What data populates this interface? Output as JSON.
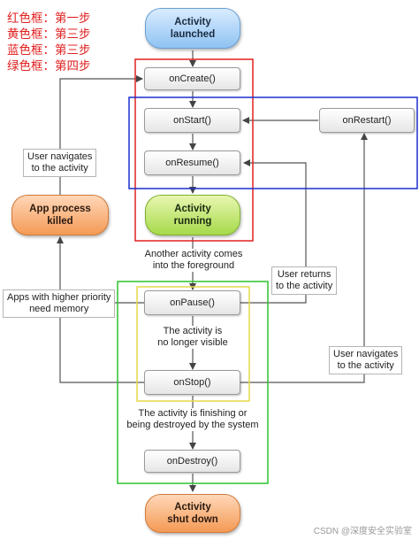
{
  "legend": [
    "红色框：第一步",
    "黄色框：第三步",
    "蓝色框：第三步",
    "绿色框：第四步"
  ],
  "nodes": {
    "activity_launched": "Activity\nlaunched",
    "on_create": "onCreate()",
    "on_start": "onStart()",
    "on_restart": "onRestart()",
    "on_resume": "onResume()",
    "activity_running": "Activity\nrunning",
    "on_pause": "onPause()",
    "on_stop": "onStop()",
    "on_destroy": "onDestroy()",
    "activity_shut_down": "Activity\nshut down",
    "app_process_killed": "App process\nkilled"
  },
  "notes": {
    "user_navigates_to_activity_left": "User navigates\nto the activity",
    "another_activity_foreground": "Another activity comes\ninto the foreground",
    "user_returns": "User returns\nto the activity",
    "higher_priority_apps": "Apps with higher priority\nneed memory",
    "no_longer_visible": "The activity is\nno longer visible",
    "user_navigates_to_activity_right": "User navigates\nto the activity",
    "finishing_or_destroyed": "The activity is finishing or\nbeing destroyed by the system"
  },
  "colors": {
    "red_box": "#e02020",
    "yellow_box": "#e6d84a",
    "blue_box": "#1a2fcf",
    "green_box": "#2fc22f",
    "connector": "#555555"
  },
  "watermark": "CSDN @深度安全实验室"
}
